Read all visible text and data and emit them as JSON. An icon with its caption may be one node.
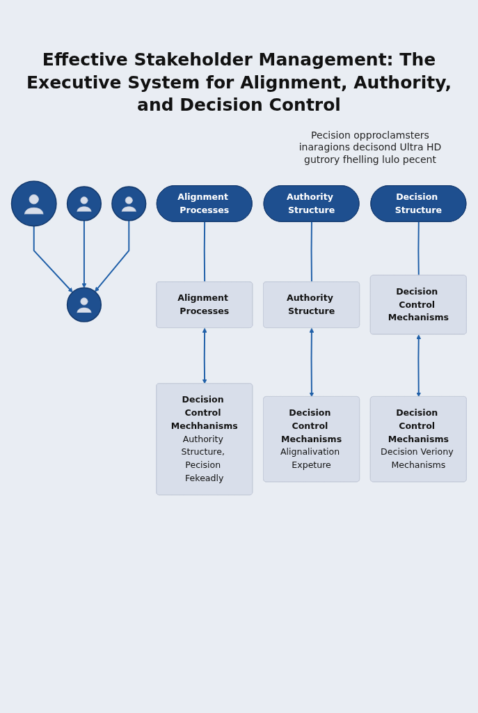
{
  "diagram": {
    "title": "Effective Stakeholder Management: The Executive System for Alignment, Authority, and Decision Control",
    "nodes": [
      {
        "text": [],
        "shape": "circle"
      },
      {
        "text": [],
        "shape": "circle"
      },
      {
        "text": [],
        "shape": "circle"
      },
      {
        "text": [],
        "shape": "circle"
      },
      {
        "text": [
          "Alignment Processes"
        ]
      },
      {
        "text": [
          "Authority Structure"
        ]
      },
      {
        "text": [
          "Decision Structure"
        ]
      },
      {
        "text": [
          "Alignment Processes"
        ]
      },
      {
        "text": [
          "Authority Structure"
        ]
      },
      {
        "text": [
          "Decision Control Mechanisms"
        ]
      },
      {
        "text": [
          "Decision Control Mechhanisms",
          "Authority Structure, Pecision Fekeadly"
        ]
      },
      {
        "text": [
          "Decision Control Mechanisms",
          "Alignalivation Expeture"
        ]
      },
      {
        "text": [
          "Decision Control Mechanisms",
          "Decision Veriony Mechanisms"
        ]
      }
    ],
    "edges": [
      {
        "from": 0,
        "to": 2,
        "arrow": "to"
      },
      {
        "from": 1,
        "to": 2,
        "arrow": "to"
      },
      {
        "from": 3,
        "to": 2,
        "arrow": "to"
      },
      {
        "from": 4,
        "to": 7,
        "arrow": "none"
      },
      {
        "from": 5,
        "to": 8,
        "arrow": "none"
      },
      {
        "from": 6,
        "to": 9,
        "arrow": "none"
      },
      {
        "from": 7,
        "to": 10,
        "arrow": "both"
      },
      {
        "from": 8,
        "to": 11,
        "arrow": "both"
      },
      {
        "from": 9,
        "to": 12,
        "arrow": "both"
      }
    ],
    "labels": [
      "Pecision opproclamsters inaragions decisond Ultra HD gutrory fhelling lulo pecent"
    ]
  }
}
